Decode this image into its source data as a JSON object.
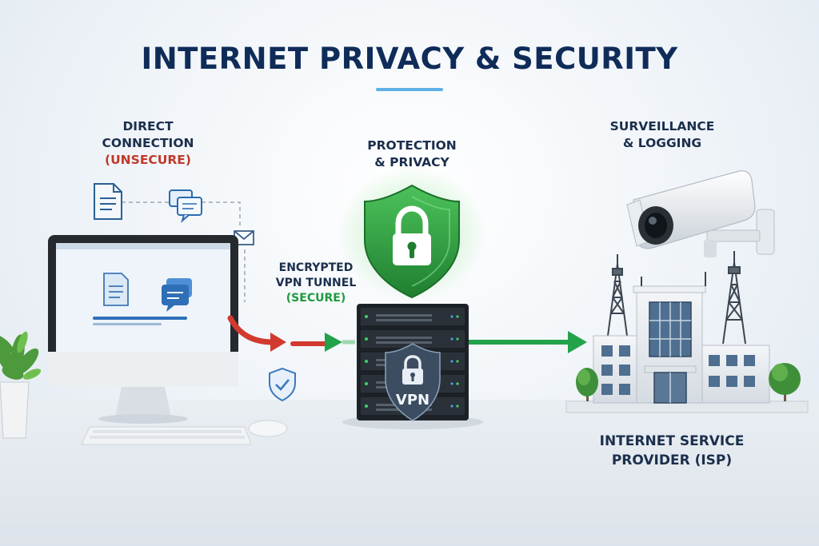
{
  "title": "INTERNET PRIVACY & SECURITY",
  "direct": {
    "line1": "DIRECT",
    "line2": "CONNECTION",
    "status": "(UNSECURE)"
  },
  "protection": {
    "line1": "PROTECTION",
    "line2": "& PRIVACY"
  },
  "tunnel": {
    "line1": "ENCRYPTED",
    "line2": "VPN TUNNEL",
    "status": "(SECURE)"
  },
  "surveillance": {
    "line1": "SURVEILLANCE",
    "line2": "& LOGGING"
  },
  "isp": {
    "line1": "INTERNET SERVICE",
    "line2": "PROVIDER (ISP)"
  },
  "server_badge": "VPN",
  "icons": [
    "document-icon",
    "chat-icon",
    "mail-icon",
    "shield-check-icon",
    "shield-lock-icon",
    "padlock-icon",
    "security-camera-icon",
    "cell-tower-icon",
    "building-icon",
    "plant-icon"
  ],
  "colors": {
    "title": "#0f2c59",
    "unsecure": "#c0392b",
    "secure": "#1e9a3d",
    "shield": "#2e9e3e",
    "arrow_red": "#d23a2f",
    "arrow_green": "#22a24a"
  }
}
